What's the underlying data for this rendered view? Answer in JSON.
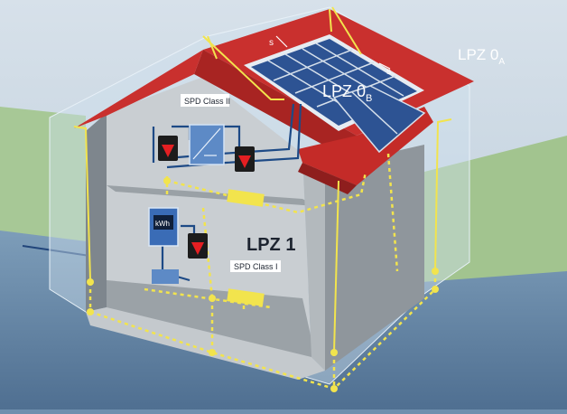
{
  "labels": {
    "lpz_0a_main": "LPZ 0",
    "lpz_0a_sub": "A",
    "lpz_0b_main": "LPZ 0",
    "lpz_0b_sub": "B",
    "lpz_1": "LPZ 1",
    "spd_class_2": "SPD Class II",
    "spd_class_1": "SPD Class I",
    "meter": "kWh",
    "separation_top": "s",
    "separation_right": "s"
  },
  "colors": {
    "sky": "#c9d7e4",
    "ground_green": "#9fc58f",
    "wall": "#a7adb1",
    "roof_red": "#cf2b2a",
    "solar_blue": "#2a4f93",
    "spd_red": "#c8171b",
    "conductor_yellow": "#f0e24a",
    "wiring_blue": "#1c4a85"
  }
}
